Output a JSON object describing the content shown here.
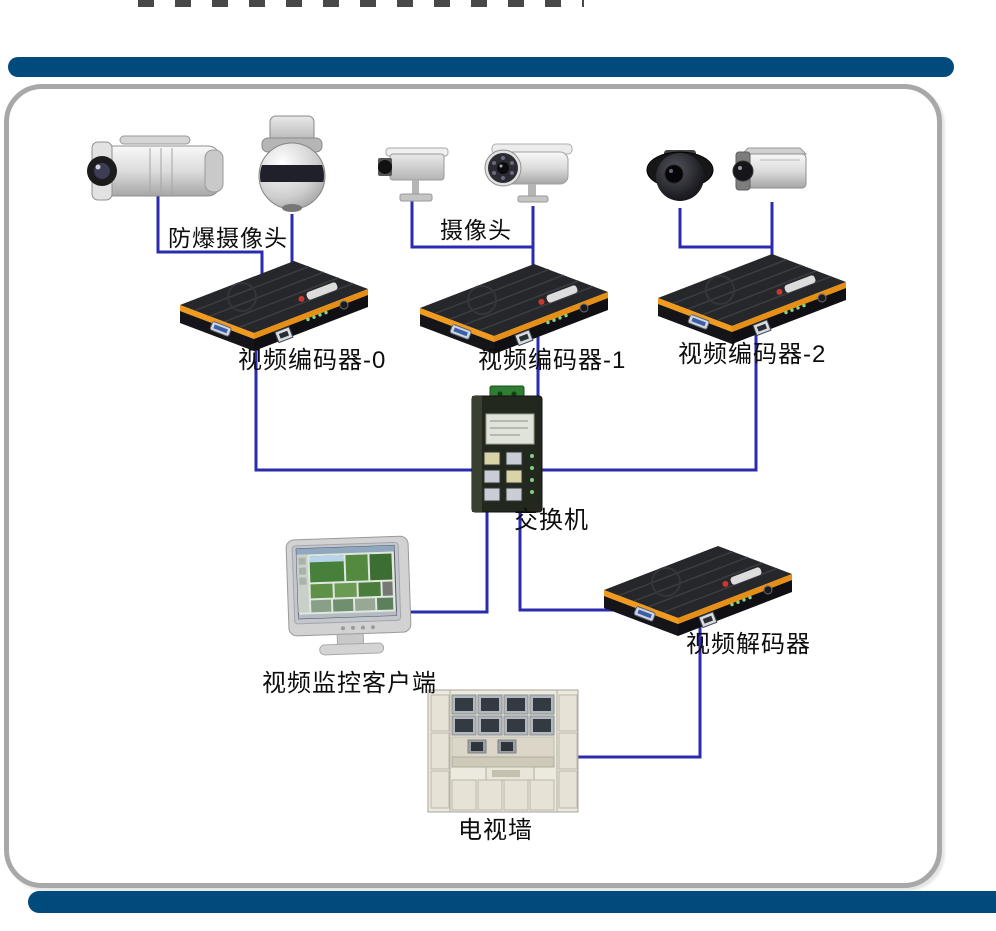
{
  "diagram": {
    "labels": {
      "explosion_proof_camera": "防爆摄像头",
      "camera": "摄像头",
      "encoder0": "视频编码器-0",
      "encoder1": "视频编码器-1",
      "encoder2": "视频编码器-2",
      "switch": "交换机",
      "client": "视频监控客户端",
      "decoder": "视频解码器",
      "tv_wall": "电视墙"
    },
    "colors": {
      "connection_line": "#2b2bb0",
      "divider_bar": "#004a7c",
      "device_accent_orange": "#f29a1e"
    },
    "nodes": [
      "explosion_proof_camera",
      "camera",
      "encoder0",
      "encoder1",
      "encoder2",
      "switch",
      "client",
      "decoder",
      "tv_wall"
    ],
    "edges": [
      [
        "bullet-camera-left",
        "encoder0"
      ],
      [
        "dome-camera-left",
        "encoder0"
      ],
      [
        "box-camera-mid",
        "encoder1"
      ],
      [
        "ir-camera-mid",
        "encoder1"
      ],
      [
        "dome-camera-right",
        "encoder2"
      ],
      [
        "box-camera-right",
        "encoder2"
      ],
      [
        "encoder0",
        "switch"
      ],
      [
        "encoder1",
        "switch"
      ],
      [
        "encoder2",
        "switch"
      ],
      [
        "switch",
        "client"
      ],
      [
        "switch",
        "decoder"
      ],
      [
        "decoder",
        "tv_wall"
      ]
    ]
  }
}
